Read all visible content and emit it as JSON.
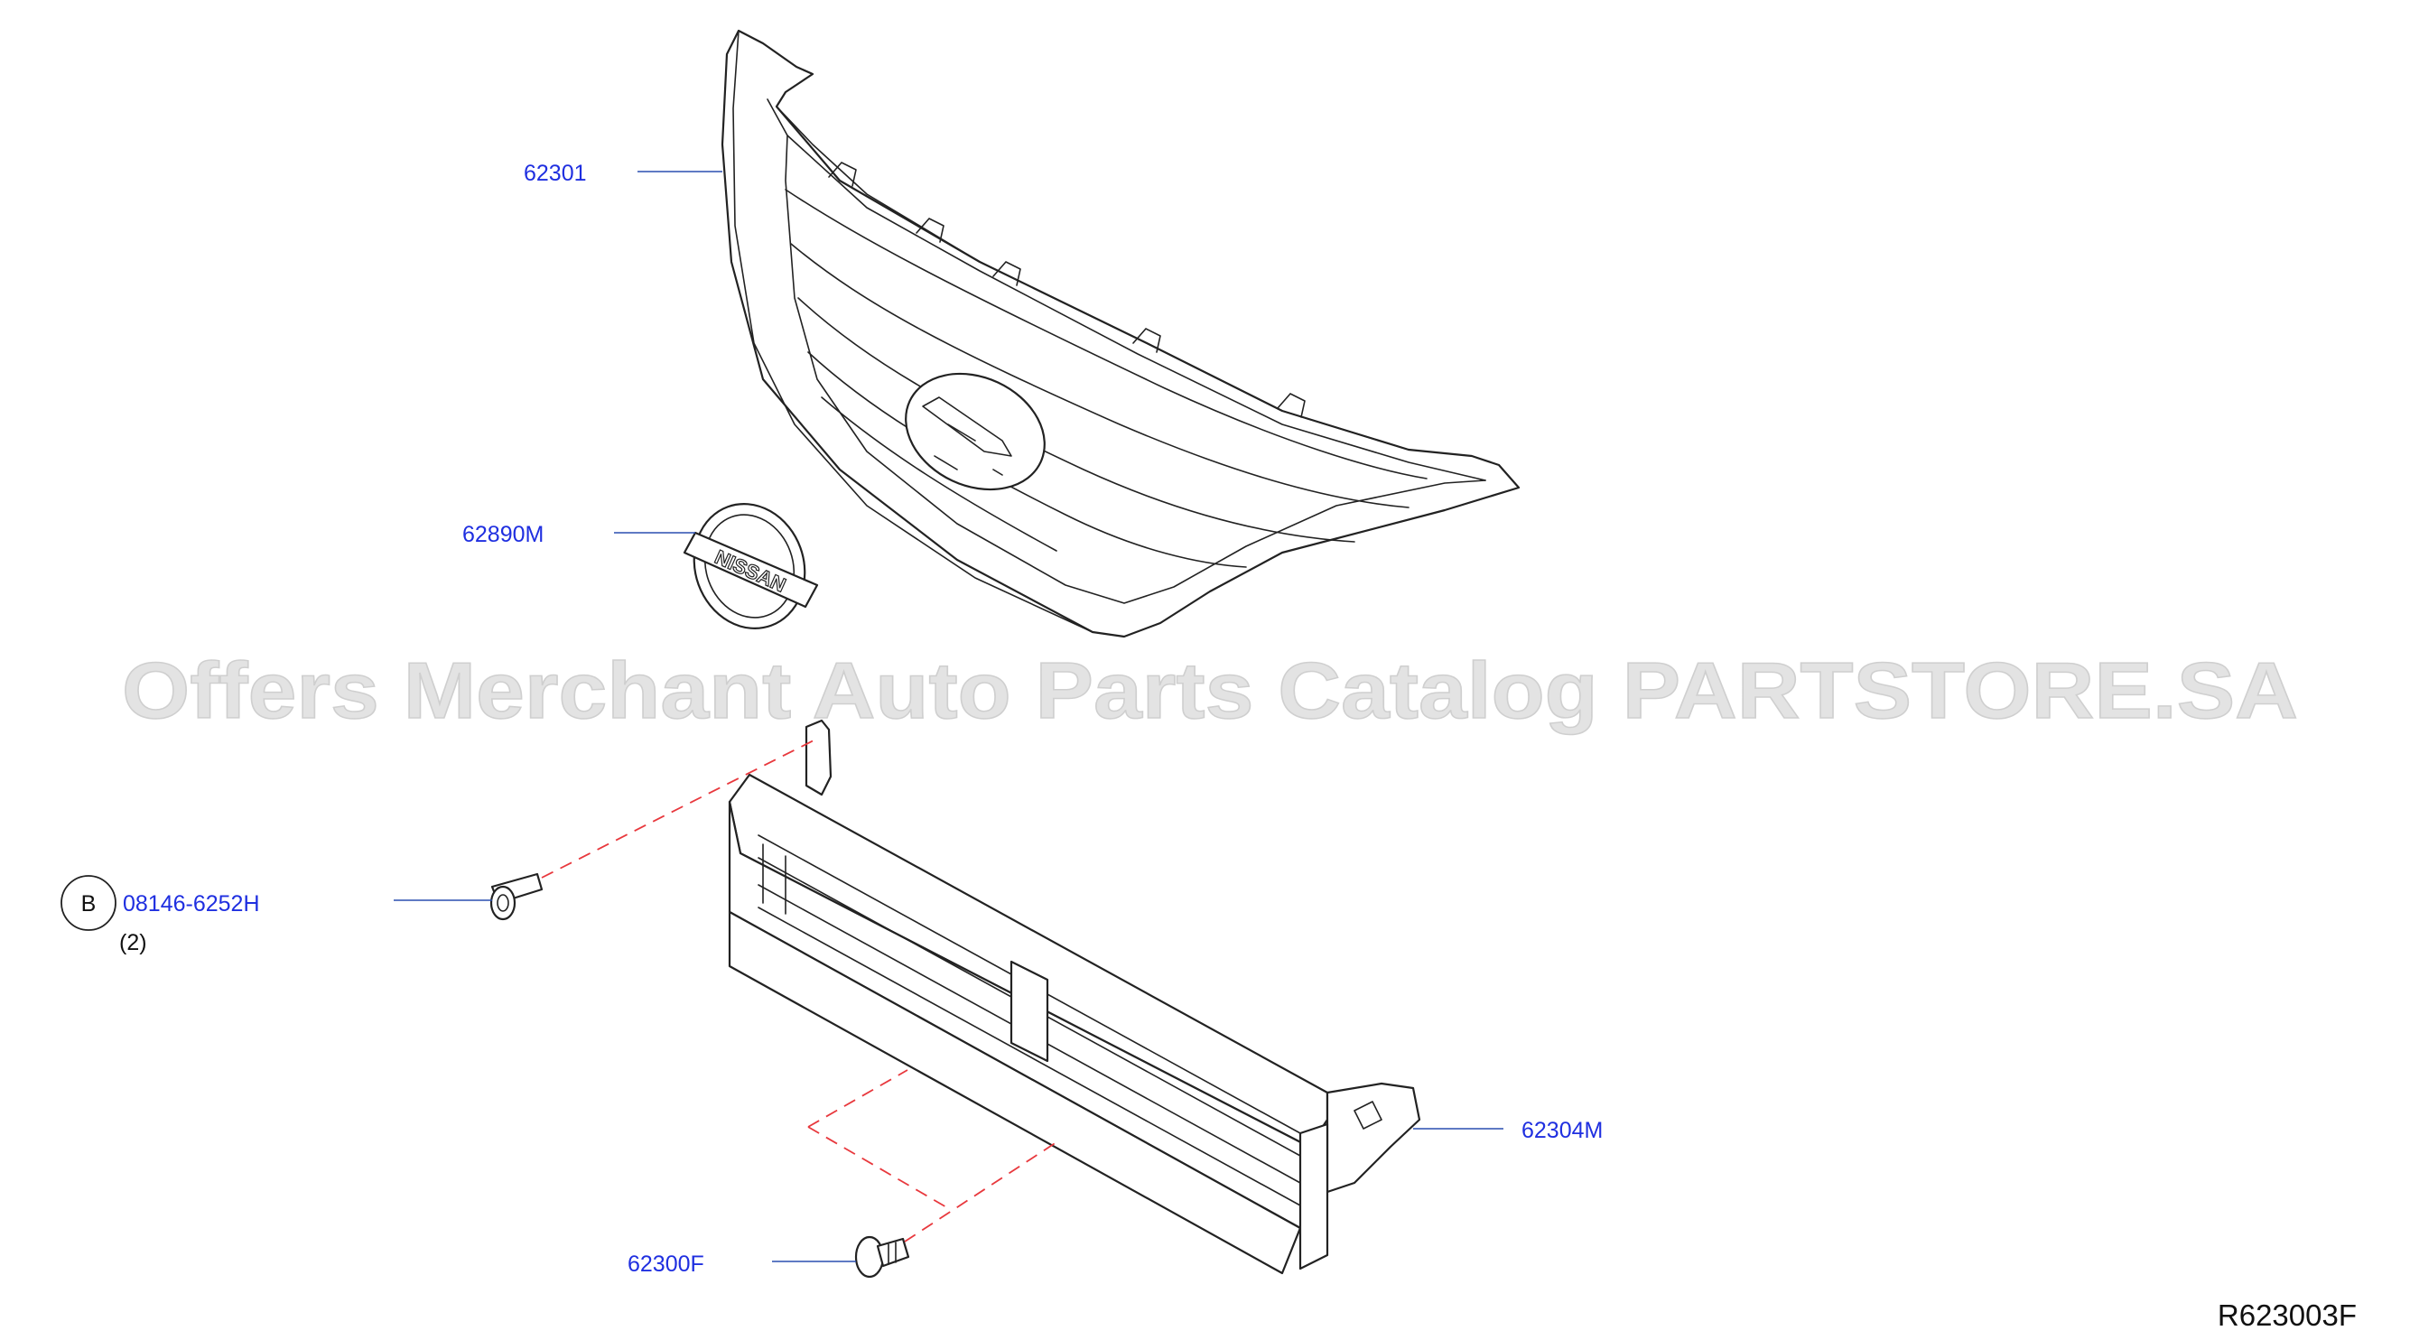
{
  "watermark": "Offers Merchant Auto Parts Catalog PARTSTORE.SA",
  "diagram_ref": "R623003F",
  "callouts": {
    "grille": "62301",
    "emblem": "62890M",
    "emblem_text": "NISSAN",
    "bolt": "08146-6252H",
    "bolt_marker": "B",
    "bolt_qty": "(2)",
    "shutter": "62304M",
    "clip": "62300F"
  },
  "colors": {
    "callout": "#1f2fe0",
    "leader": "#2a4fb0",
    "dash": "#e8383d",
    "watermark": "#e3e3e3"
  }
}
